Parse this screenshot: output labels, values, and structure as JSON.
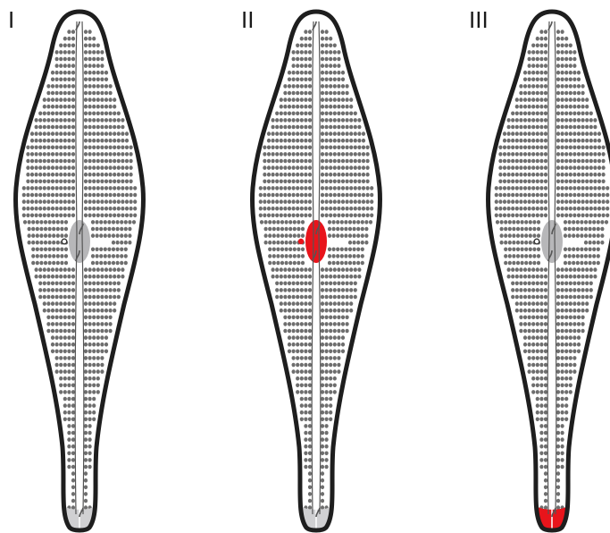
{
  "panels": [
    {
      "id": "I",
      "label": "I",
      "central_nodule_color": "#b7b7b9",
      "pole_color": "#d0d0d2",
      "highlight": "none"
    },
    {
      "id": "II",
      "label": "II",
      "central_nodule_color": "#e8141b",
      "pole_color": "#d0d0d2",
      "highlight": "central-area"
    },
    {
      "id": "III",
      "label": "III",
      "central_nodule_color": "#b7b7b9",
      "pole_color": "#e8141b",
      "highlight": "foot-pole"
    }
  ],
  "colors": {
    "outline": "#1e1e1e",
    "striae_dots": "#6e6e6e",
    "raphe": "#555555",
    "highlight": "#e8141b"
  }
}
